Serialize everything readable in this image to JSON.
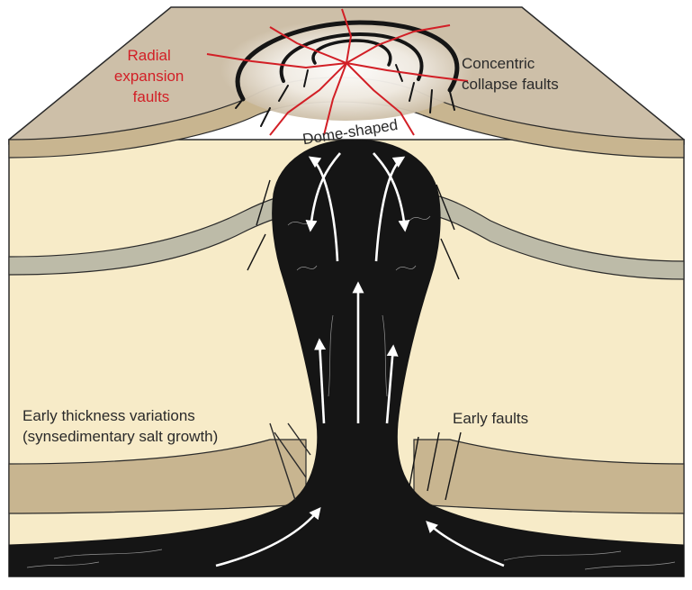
{
  "labels": {
    "radial_line1": "Radial",
    "radial_line2": "expansion",
    "radial_line3": "faults",
    "concentric_line1": "Concentric",
    "concentric_line2": "collapse faults",
    "dome_shaped": "Dome-shaped",
    "early_thickness_line1": "Early thickness variations",
    "early_thickness_line2": "(synsedimentary salt growth)",
    "early_faults": "Early faults"
  },
  "colors": {
    "top_surface": "#cdbfa8",
    "sediment_light": "#f7ebc8",
    "sediment_tan": "#c8b590",
    "sediment_grey": "#bdbba8",
    "salt": "#151515",
    "radial_faults": "#d21f26",
    "flow_arrows": "#ffffff"
  }
}
